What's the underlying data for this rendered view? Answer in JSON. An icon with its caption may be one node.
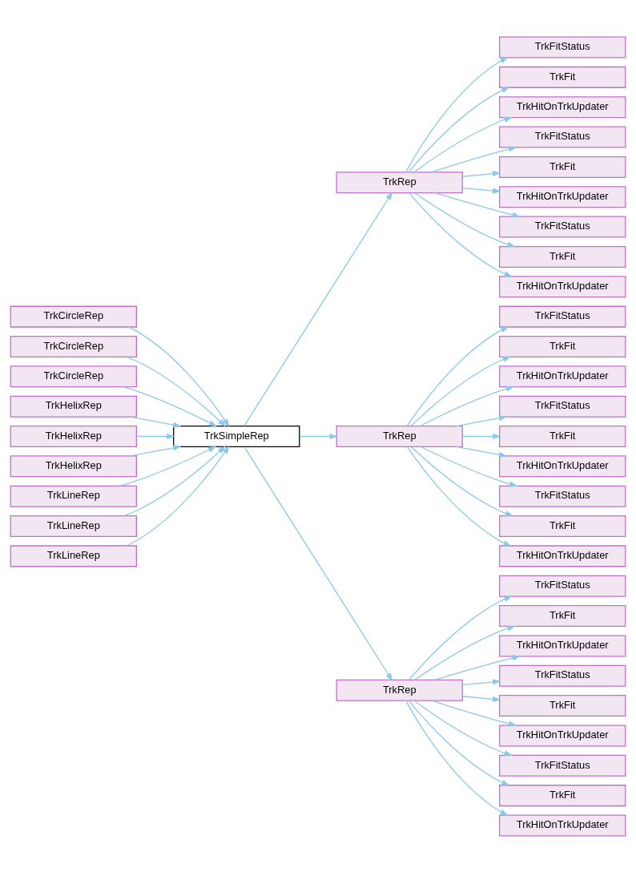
{
  "diagram": {
    "nodes": [
      {
        "text": [
          "TrkFitStatus"
        ]
      },
      {
        "text": [
          "TrkFitStatus"
        ]
      },
      {
        "text": [
          "TrkFitStatus"
        ]
      },
      {
        "text": [
          "TrkFit"
        ]
      },
      {
        "text": [
          "TrkFit"
        ]
      },
      {
        "text": [
          "TrkFit"
        ]
      },
      {
        "text": [
          "TrkHitOnTrkUpdater"
        ]
      },
      {
        "text": [
          "TrkHitOnTrkUpdater"
        ]
      },
      {
        "text": [
          "TrkHitOnTrkUpdater"
        ]
      },
      {
        "text": [
          "TrkFitStatus"
        ]
      },
      {
        "text": [
          "TrkFitStatus"
        ]
      },
      {
        "text": [
          "TrkFitStatus"
        ]
      },
      {
        "text": [
          "TrkFit"
        ]
      },
      {
        "text": [
          "TrkFit"
        ]
      },
      {
        "text": [
          "TrkFit"
        ]
      },
      {
        "text": [
          "TrkHitOnTrkUpdater"
        ]
      },
      {
        "text": [
          "TrkHitOnTrkUpdater"
        ]
      },
      {
        "text": [
          "TrkHitOnTrkUpdater"
        ]
      },
      {
        "text": [
          "TrkFitStatus"
        ]
      },
      {
        "text": [
          "TrkFitStatus"
        ]
      },
      {
        "text": [
          "TrkFitStatus"
        ]
      },
      {
        "text": [
          "TrkFit"
        ]
      },
      {
        "text": [
          "TrkFit"
        ]
      },
      {
        "text": [
          "TrkFit"
        ]
      },
      {
        "text": [
          "TrkHitOnTrkUpdater"
        ]
      },
      {
        "text": [
          "TrkHitOnTrkUpdater"
        ]
      },
      {
        "text": [
          "TrkHitOnTrkUpdater"
        ]
      },
      {
        "text": [
          "TrkRep"
        ]
      },
      {
        "text": [
          "TrkRep"
        ]
      },
      {
        "text": [
          "TrkRep"
        ]
      },
      {
        "text": [
          "TrkSimpleRep"
        ]
      },
      {
        "text": [
          "TrkCircleRep"
        ]
      },
      {
        "text": [
          "TrkCircleRep"
        ]
      },
      {
        "text": [
          "TrkCircleRep"
        ]
      },
      {
        "text": [
          "TrkHelixRep"
        ]
      },
      {
        "text": [
          "TrkHelixRep"
        ]
      },
      {
        "text": [
          "TrkHelixRep"
        ]
      },
      {
        "text": [
          "TrkLineRep"
        ]
      },
      {
        "text": [
          "TrkLineRep"
        ]
      },
      {
        "text": [
          "TrkLineRep"
        ]
      }
    ],
    "edges": [
      {
        "from": 27,
        "to": 0,
        "arrow": "to"
      },
      {
        "from": 27,
        "to": 3,
        "arrow": "to"
      },
      {
        "from": 27,
        "to": 6,
        "arrow": "to"
      },
      {
        "from": 27,
        "to": 9,
        "arrow": "to"
      },
      {
        "from": 27,
        "to": 12,
        "arrow": "to"
      },
      {
        "from": 27,
        "to": 15,
        "arrow": "to"
      },
      {
        "from": 27,
        "to": 18,
        "arrow": "to"
      },
      {
        "from": 27,
        "to": 21,
        "arrow": "to"
      },
      {
        "from": 27,
        "to": 24,
        "arrow": "to"
      },
      {
        "from": 28,
        "to": 1,
        "arrow": "to"
      },
      {
        "from": 28,
        "to": 4,
        "arrow": "to"
      },
      {
        "from": 28,
        "to": 7,
        "arrow": "to"
      },
      {
        "from": 28,
        "to": 10,
        "arrow": "to"
      },
      {
        "from": 28,
        "to": 13,
        "arrow": "to"
      },
      {
        "from": 28,
        "to": 16,
        "arrow": "to"
      },
      {
        "from": 28,
        "to": 19,
        "arrow": "to"
      },
      {
        "from": 28,
        "to": 22,
        "arrow": "to"
      },
      {
        "from": 28,
        "to": 25,
        "arrow": "to"
      },
      {
        "from": 29,
        "to": 2,
        "arrow": "to"
      },
      {
        "from": 29,
        "to": 5,
        "arrow": "to"
      },
      {
        "from": 29,
        "to": 8,
        "arrow": "to"
      },
      {
        "from": 29,
        "to": 11,
        "arrow": "to"
      },
      {
        "from": 29,
        "to": 14,
        "arrow": "to"
      },
      {
        "from": 29,
        "to": 17,
        "arrow": "to"
      },
      {
        "from": 29,
        "to": 20,
        "arrow": "to"
      },
      {
        "from": 29,
        "to": 23,
        "arrow": "to"
      },
      {
        "from": 29,
        "to": 26,
        "arrow": "to"
      },
      {
        "from": 30,
        "to": 27,
        "arrow": "to"
      },
      {
        "from": 30,
        "to": 28,
        "arrow": "to"
      },
      {
        "from": 30,
        "to": 29,
        "arrow": "to"
      },
      {
        "from": 31,
        "to": 30,
        "arrow": "to"
      },
      {
        "from": 32,
        "to": 30,
        "arrow": "to"
      },
      {
        "from": 33,
        "to": 30,
        "arrow": "to"
      },
      {
        "from": 34,
        "to": 30,
        "arrow": "to"
      },
      {
        "from": 35,
        "to": 30,
        "arrow": "to"
      },
      {
        "from": 36,
        "to": 30,
        "arrow": "to"
      },
      {
        "from": 37,
        "to": 30,
        "arrow": "to"
      },
      {
        "from": 38,
        "to": 30,
        "arrow": "to"
      },
      {
        "from": 39,
        "to": 30,
        "arrow": "to"
      }
    ]
  }
}
